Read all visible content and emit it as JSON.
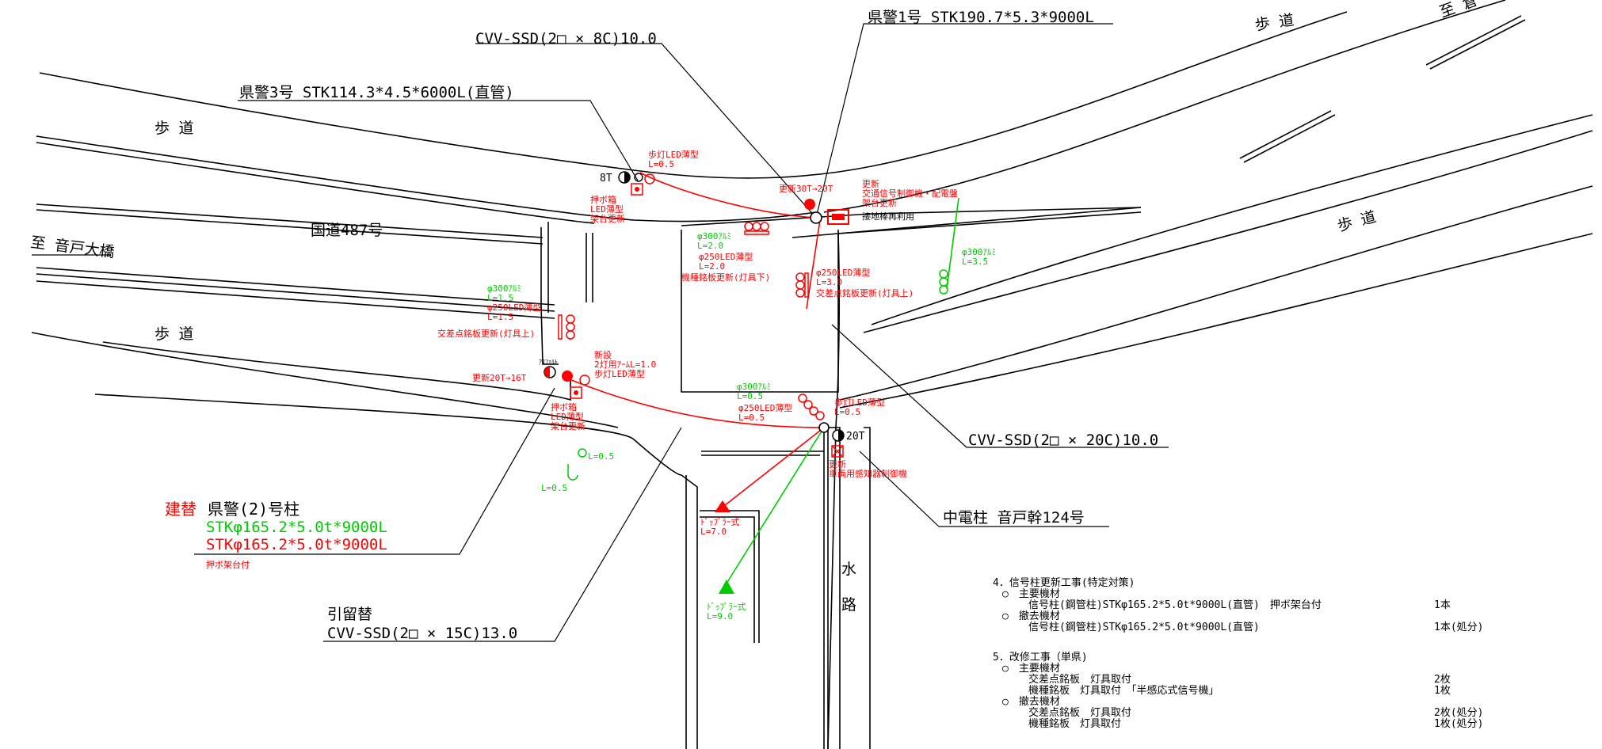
{
  "labels": {
    "cvv_top": "CVV-SSD(2□ × 8C)10.0",
    "pole1": "県警1号 STK190.7*5.3*9000L",
    "pole3": "県警3号 STK114.3*4.5*6000L(直管)",
    "toward_top": "至 倉",
    "sidewalk_tl": "歩 道",
    "sidewalk_tr": "歩 道",
    "sidewalk_r": "歩 道",
    "sidewalk_l": "歩 道",
    "route": "国道487号",
    "toward_left": "至 音戸大橋",
    "cvv_mid": "CVV-SSD(2□ × 20C)10.0",
    "chuden": "中電柱 音戸幹124号",
    "hikidome": "引留替",
    "cvv_bottom": "CVV-SSD(2□ × 15C)13.0",
    "water1": "水",
    "water2": "路"
  },
  "replace": {
    "label_red": "建替",
    "label_black": "県警(2)号柱",
    "spec_green": "STKφ165.2*5.0t*9000L",
    "spec_red": "STKφ165.2*5.0t*9000L",
    "note": "押ボ架台付"
  },
  "annotations": {
    "a1": "歩灯LED薄型",
    "a2": "L=0.5",
    "a3": "押ボ箱",
    "a4": "LED薄型",
    "a5": "架台更新",
    "a6": "更新30T→20T",
    "a7": "更新",
    "a8": "交通信号制御機・配電盤",
    "a9": "架台更新",
    "a10": "接地棒再利用",
    "a11": "φ300ｱﾙﾐ",
    "a12": "L=2.0",
    "a13": "φ250LED薄型",
    "a14": "L=2.0",
    "a15": "機種銘板更新(灯具下)",
    "a16": "φ250LED薄型",
    "a17": "L=3.0",
    "a18": "交差点銘板更新(灯具上)",
    "a19": "φ300ｱﾙﾐ",
    "a20": "L=3.5",
    "a21": "φ300ｱﾙﾐ",
    "a22": "L=1.5",
    "a23": "φ250LED薄型",
    "a24": "L=1.5",
    "a25": "交差点銘板更新(灯具上)",
    "a26": "新設",
    "a27": "2灯用ｱｰﾑL=1.0",
    "a28": "歩灯LED薄型",
    "a29": "更新20T→16T",
    "a30": "ｱｽﾌｧﾙﾄ",
    "a31": "押ボ箱",
    "a32": "LED薄型",
    "a33": "架台更新",
    "a34": "φ300ｱﾙﾐ",
    "a35": "L=0.5",
    "a36": "φ250LED薄型",
    "a37": "L=0.5",
    "a38": "歩灯LED薄型",
    "a39": "L=0.5",
    "a40": "20T",
    "a41": "更新",
    "a42": "車両用感知器制御機",
    "a43": "8T",
    "a44": "L=0.5",
    "a45": "L=0.5",
    "a46": "ﾄﾞｯﾌﾟﾗｰ式",
    "a47": "L=7.0",
    "a48": "ﾄﾞｯﾌﾟﾗｰ式",
    "a49": "L=9.0"
  },
  "notes": {
    "n1": "4．信号柱更新工事(特定対策)",
    "n2": "○　主要機材",
    "n3": "信号柱(鋼管柱)STKφ165.2*5.0t*9000L(直管)　押ボ架台付",
    "n3q": "1本",
    "n4": "○　撤去機材",
    "n5": "信号柱(鋼管柱)STKφ165.2*5.0t*9000L(直管)",
    "n5q": "1本(処分)",
    "n6": "5．改修工事（単県)",
    "n7": "○　主要機材",
    "n8": "交差点銘板　灯具取付",
    "n8q": "2枚",
    "n9": "機種銘板　灯具取付　「半感応式信号機」",
    "n9q": "1枚",
    "n10": "○　撤去機材",
    "n11": "交差点銘板　灯具取付",
    "n11q": "2枚(処分)",
    "n12": "機種銘板　灯具取付",
    "n12q": "1枚(処分)"
  }
}
